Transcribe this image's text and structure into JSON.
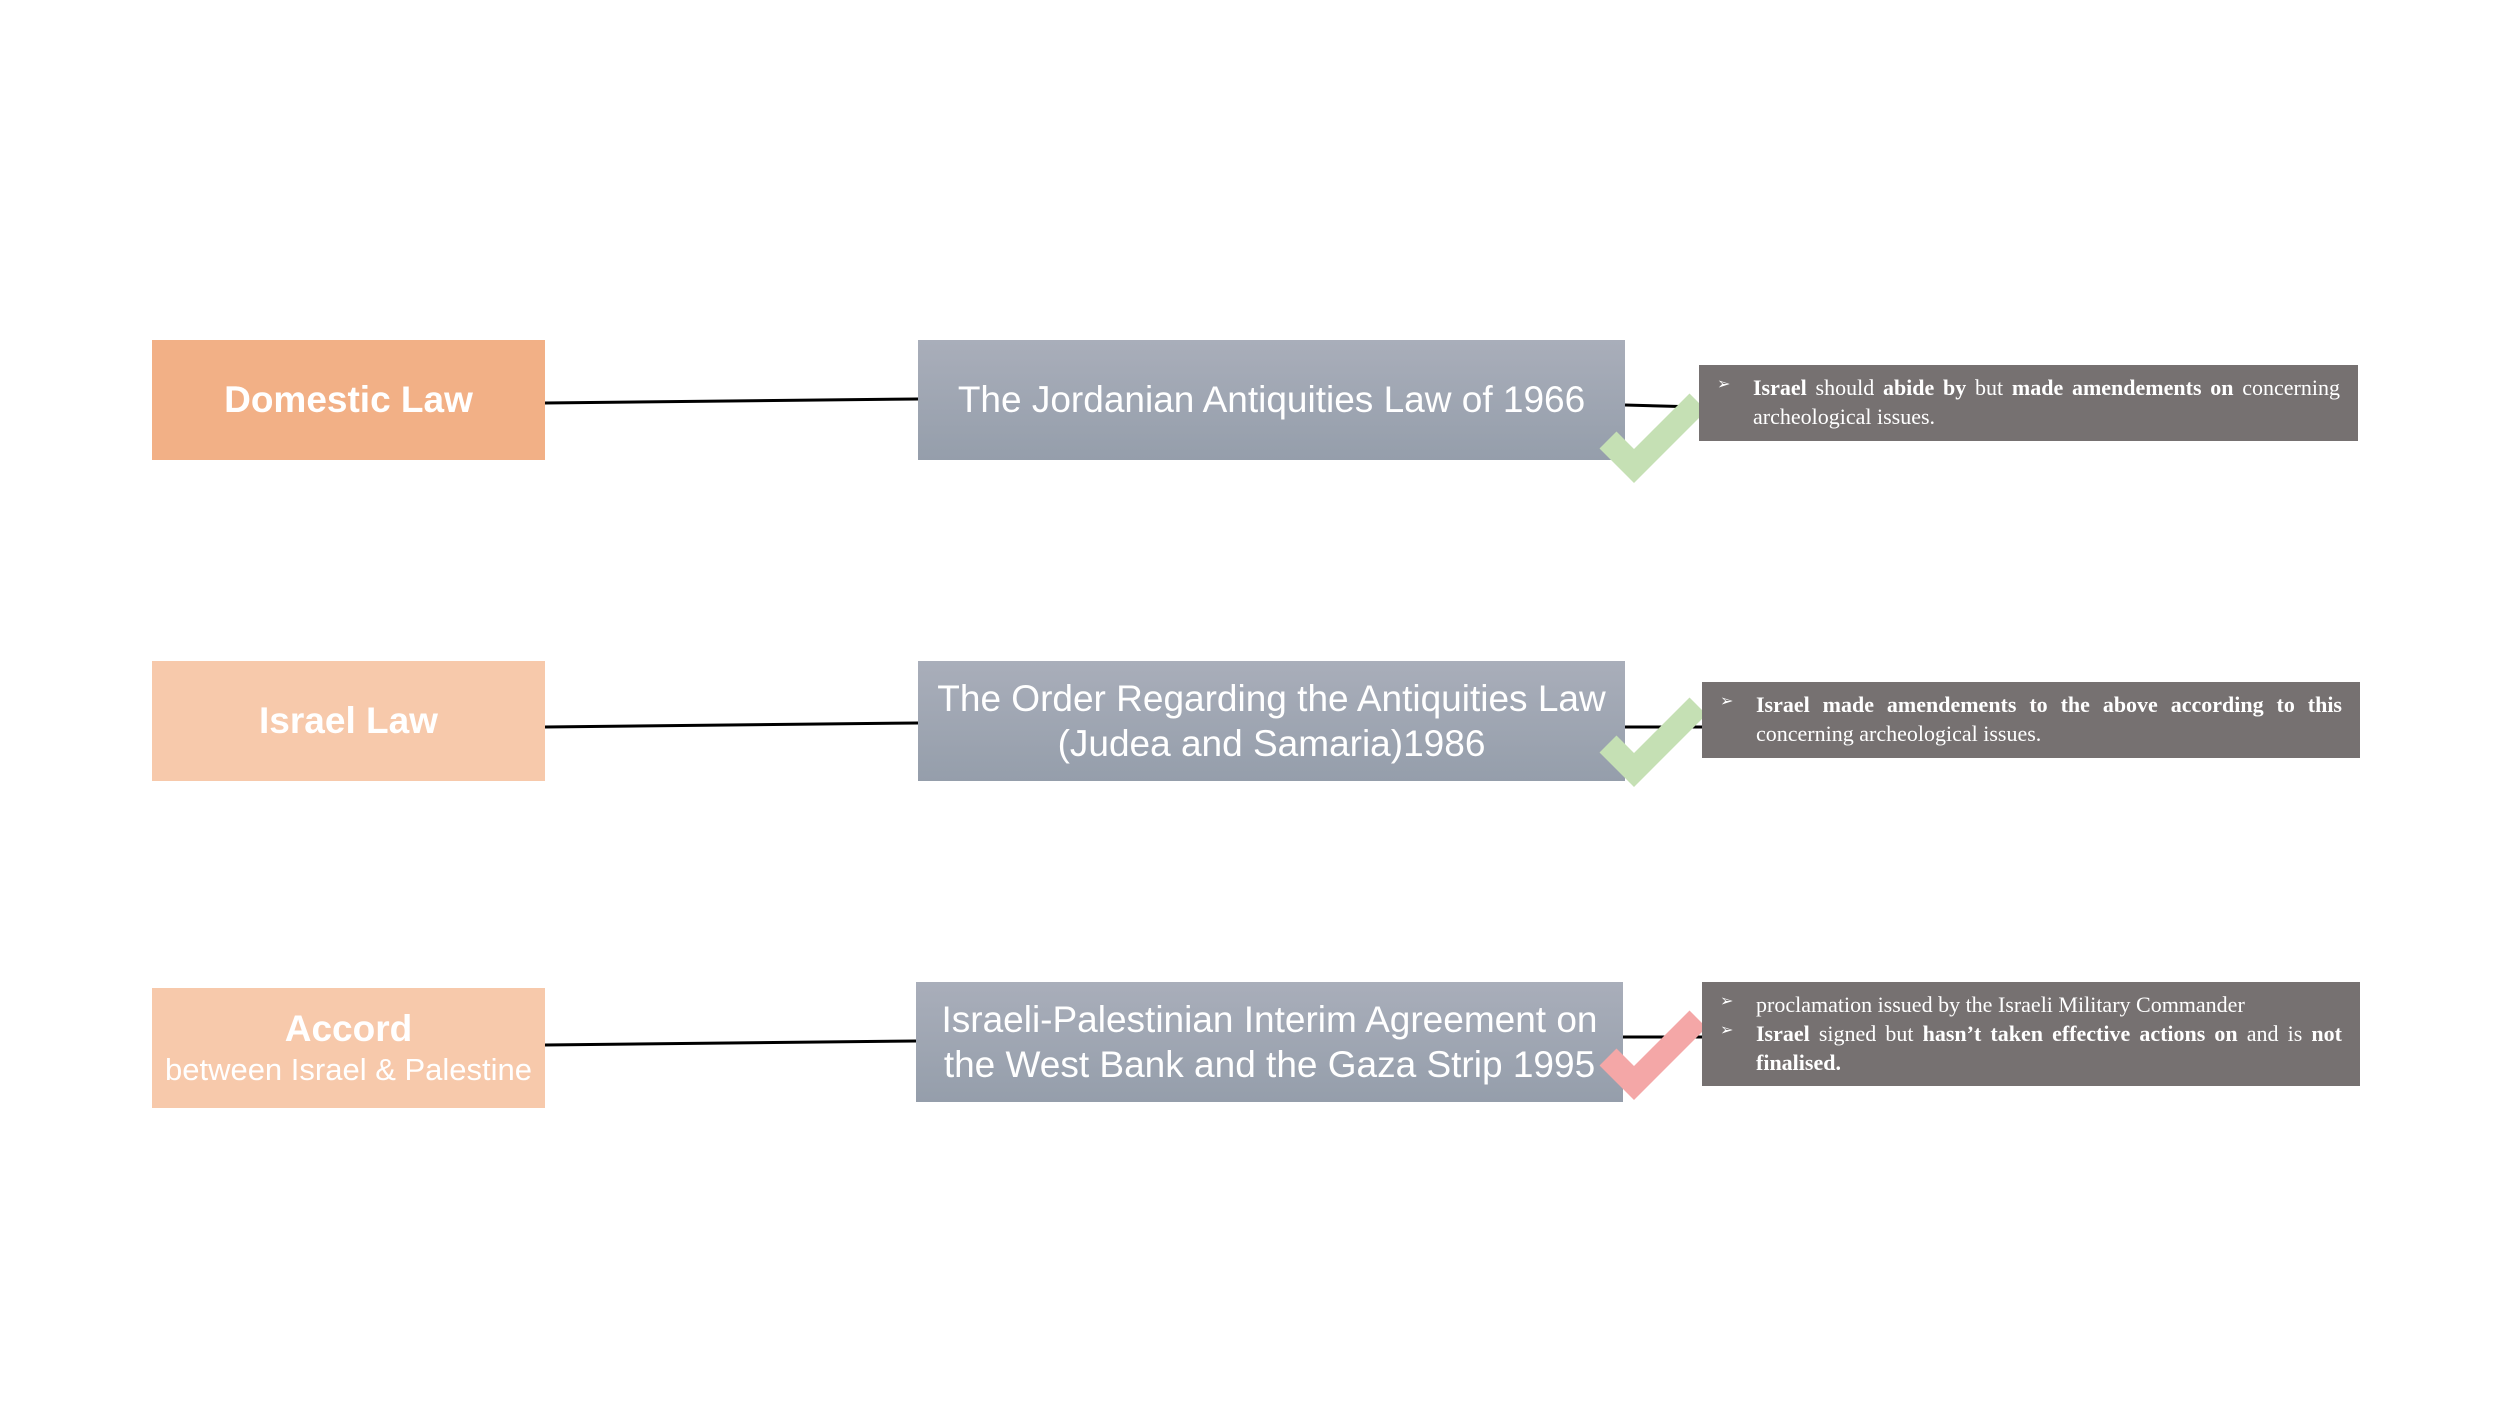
{
  "categories": [
    {
      "title": "Domestic Law",
      "subtitle": ""
    },
    {
      "title": "Israel Law",
      "subtitle": ""
    },
    {
      "title": "Accord",
      "subtitle": "between Israel & Palestine"
    }
  ],
  "laws": [
    {
      "line1": "The Jordanian Antiquities Law of 1966",
      "line2": ""
    },
    {
      "line1": "The Order Regarding the Antiquities Law",
      "line2": "(Judea and Samaria)1986"
    },
    {
      "line1": "Israeli-Palestinian Interim Agreement on",
      "line2": "the West Bank and the Gaza Strip 1995"
    }
  ],
  "notes": [
    {
      "items": [
        {
          "parts": [
            {
              "text": "Israel",
              "bold": true
            },
            {
              "text": " should ",
              "bold": false
            },
            {
              "text": "abide by",
              "bold": true
            },
            {
              "text": " but ",
              "bold": false
            },
            {
              "text": "made amendements on",
              "bold": true
            },
            {
              "text": " concerning archeological issues.",
              "bold": false
            }
          ]
        }
      ]
    },
    {
      "items": [
        {
          "parts": [
            {
              "text": "Israel made amendements to the above according to this",
              "bold": true
            },
            {
              "text": " concerning archeological issues.",
              "bold": false
            }
          ]
        }
      ]
    },
    {
      "items": [
        {
          "parts": [
            {
              "text": "proclamation issued by the Israeli Military Commander",
              "bold": false
            }
          ]
        },
        {
          "parts": [
            {
              "text": "Israel",
              "bold": true
            },
            {
              "text": " signed but ",
              "bold": false
            },
            {
              "text": "hasn’t taken effective actions on",
              "bold": true
            },
            {
              "text": " and is ",
              "bold": false
            },
            {
              "text": "not finalised.",
              "bold": true
            }
          ]
        }
      ]
    }
  ],
  "bullet_glyph": "➢",
  "checkmarks": [
    {
      "icon": "checkmark-icon",
      "color": "#c5e0b4"
    },
    {
      "icon": "checkmark-icon",
      "color": "#c5e0b4"
    },
    {
      "icon": "checkmark-icon",
      "color": "#f4a7a7"
    }
  ]
}
